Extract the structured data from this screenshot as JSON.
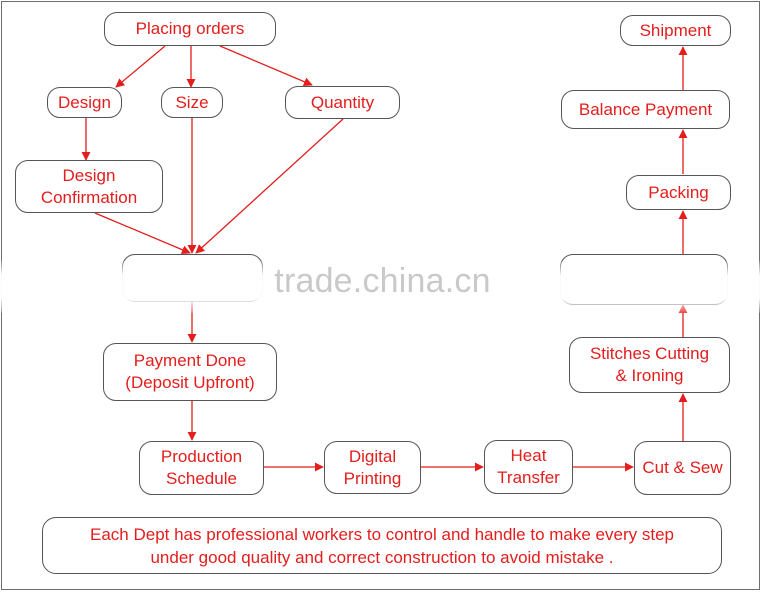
{
  "colors": {
    "text": "#e41d1d",
    "arrow": "#e41d1d",
    "border": "#555555",
    "watermark": "#c9c9c9"
  },
  "nodes": {
    "placing_orders": "Placing orders",
    "design": "Design",
    "size": "Size",
    "quantity": "Quantity",
    "design_confirmation": "Design\nConfirmation",
    "payment_done": "Payment Done\n(Deposit Upfront)",
    "production_schedule": "Production\nSchedule",
    "digital_printing": "Digital\nPrinting",
    "heat_transfer": "Heat\nTransfer",
    "cut_sew": "Cut & Sew",
    "stitches_cutting": "Stitches Cutting\n& Ironing",
    "packing": "Packing",
    "balance_payment": "Balance Payment",
    "shipment": "Shipment"
  },
  "watermark": "trade.china.cn",
  "note": "Each Dept has professional workers to control and handle to make every step\nunder good quality and correct construction to avoid mistake ."
}
